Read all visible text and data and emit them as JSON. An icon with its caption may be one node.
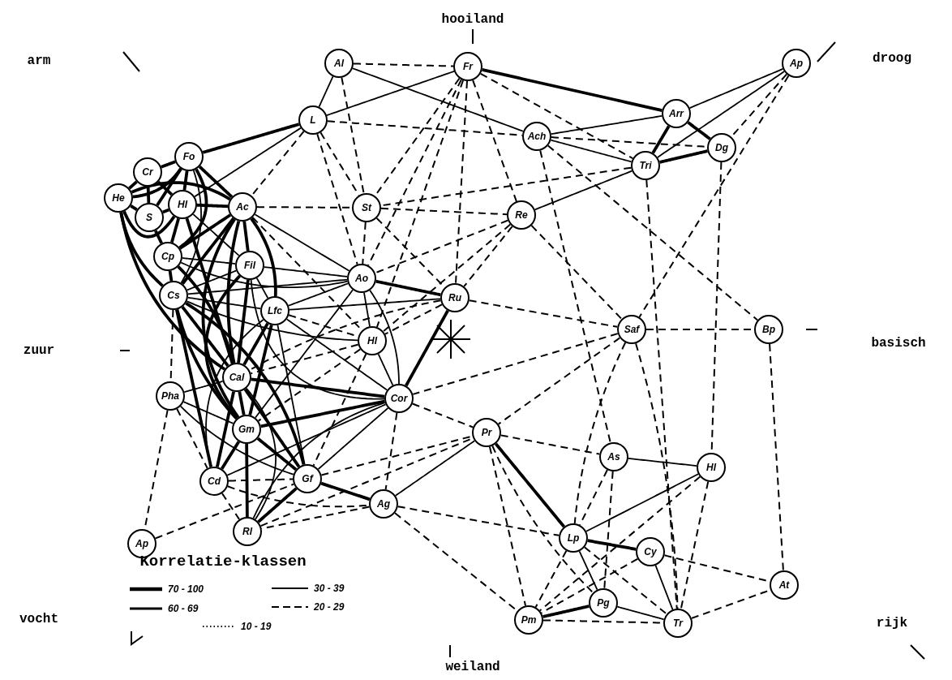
{
  "diagram": {
    "nodes": [
      {
        "text": [
          "Al"
        ]
      },
      {
        "text": [
          "Fr"
        ]
      },
      {
        "text": [
          "Ap"
        ]
      },
      {
        "text": [
          "Arr"
        ]
      },
      {
        "text": [
          "Ach"
        ]
      },
      {
        "text": [
          "Dg"
        ]
      },
      {
        "text": [
          "L"
        ]
      },
      {
        "text": [
          "Fo"
        ]
      },
      {
        "text": [
          "Tri"
        ]
      },
      {
        "text": [
          "Cr"
        ]
      },
      {
        "text": [
          "He"
        ]
      },
      {
        "text": [
          "Hl"
        ]
      },
      {
        "text": [
          "S"
        ]
      },
      {
        "text": [
          "Ac"
        ]
      },
      {
        "text": [
          "St"
        ]
      },
      {
        "text": [
          "Re"
        ]
      },
      {
        "text": [
          "Cp"
        ]
      },
      {
        "text": [
          "Fil"
        ]
      },
      {
        "text": [
          "Cs"
        ]
      },
      {
        "text": [
          "Ao"
        ]
      },
      {
        "text": [
          "Lfc"
        ]
      },
      {
        "text": [
          "Ru"
        ]
      },
      {
        "text": [
          "Hl"
        ]
      },
      {
        "text": [
          "Saf"
        ]
      },
      {
        "text": [
          "Bp"
        ]
      },
      {
        "text": [
          "Cal"
        ]
      },
      {
        "text": [
          "Pha"
        ]
      },
      {
        "text": [
          "Cor"
        ]
      },
      {
        "text": [
          "Gm"
        ]
      },
      {
        "text": [
          "Pr"
        ]
      },
      {
        "text": [
          "As"
        ]
      },
      {
        "text": [
          "Hl"
        ]
      },
      {
        "text": [
          "Cd"
        ]
      },
      {
        "text": [
          "Gf"
        ]
      },
      {
        "text": [
          "Ag"
        ]
      },
      {
        "text": [
          "Rl"
        ]
      },
      {
        "text": [
          "Ap"
        ]
      },
      {
        "text": [
          "Lp"
        ]
      },
      {
        "text": [
          "Cy"
        ]
      },
      {
        "text": [
          "Pg"
        ]
      },
      {
        "text": [
          "At"
        ]
      },
      {
        "text": [
          "Pm"
        ]
      },
      {
        "text": [
          "Tr"
        ]
      }
    ],
    "edges": [
      {
        "from": 0,
        "to": 1,
        "arrow": "none",
        "style": "dashed"
      },
      {
        "from": 0,
        "to": 6,
        "arrow": "none"
      },
      {
        "from": 0,
        "to": 4,
        "arrow": "none"
      },
      {
        "from": 0,
        "to": 14,
        "arrow": "none",
        "style": "dashed"
      },
      {
        "from": 6,
        "to": 1,
        "arrow": "none"
      },
      {
        "from": 6,
        "to": 7,
        "arrow": "none",
        "style": "thick"
      },
      {
        "from": 6,
        "to": 11,
        "arrow": "none"
      },
      {
        "from": 6,
        "to": 13,
        "arrow": "none",
        "style": "dashed"
      },
      {
        "from": 6,
        "to": 4,
        "arrow": "none",
        "style": "dashed"
      },
      {
        "from": 6,
        "to": 14,
        "arrow": "none",
        "style": "dashed"
      },
      {
        "from": 6,
        "to": 19,
        "arrow": "none",
        "style": "dashed"
      },
      {
        "from": 1,
        "to": 3,
        "arrow": "none",
        "style": "thick"
      },
      {
        "from": 1,
        "to": 8,
        "arrow": "none",
        "style": "dashed"
      },
      {
        "from": 1,
        "to": 15,
        "arrow": "none",
        "style": "dashed"
      },
      {
        "from": 1,
        "to": 21,
        "arrow": "none",
        "style": "dashed"
      },
      {
        "from": 1,
        "to": 19,
        "arrow": "none",
        "style": "dashed"
      },
      {
        "from": 1,
        "to": 14,
        "arrow": "none",
        "style": "dashed"
      },
      {
        "from": 1,
        "to": 22,
        "arrow": "none",
        "style": "dashed"
      },
      {
        "from": 2,
        "to": 3,
        "arrow": "none"
      },
      {
        "from": 2,
        "to": 8,
        "arrow": "none"
      },
      {
        "from": 2,
        "to": 5,
        "arrow": "none",
        "style": "dashed"
      },
      {
        "from": 2,
        "to": 23,
        "arrow": "none",
        "style": "dashed"
      },
      {
        "from": 3,
        "to": 4,
        "arrow": "none"
      },
      {
        "from": 3,
        "to": 8,
        "arrow": "none",
        "style": "thick"
      },
      {
        "from": 3,
        "to": 5,
        "arrow": "none",
        "style": "thick"
      },
      {
        "from": 4,
        "to": 5,
        "arrow": "none",
        "style": "dashed"
      },
      {
        "from": 4,
        "to": 8,
        "arrow": "none"
      },
      {
        "from": 4,
        "to": 24,
        "arrow": "none",
        "style": "dashed"
      },
      {
        "from": 4,
        "to": 30,
        "arrow": "none",
        "style": "dashed"
      },
      {
        "from": 8,
        "to": 15,
        "arrow": "none"
      },
      {
        "from": 8,
        "to": 14,
        "arrow": "none",
        "style": "dashed"
      },
      {
        "from": 8,
        "to": 42,
        "arrow": "none",
        "style": "dashed"
      },
      {
        "from": 8,
        "to": 5,
        "arrow": "none",
        "style": "thick"
      },
      {
        "from": 5,
        "to": 31,
        "arrow": "none",
        "style": "dashed"
      },
      {
        "from": 13,
        "to": 14,
        "arrow": "none",
        "style": "dashed"
      },
      {
        "from": 13,
        "to": 19,
        "arrow": "none"
      },
      {
        "from": 13,
        "to": 22,
        "arrow": "none",
        "style": "dashed"
      },
      {
        "from": 13,
        "to": 17,
        "arrow": "none",
        "style": "thick"
      },
      {
        "from": 13,
        "to": 25,
        "arrow": "none",
        "style": "thick"
      },
      {
        "from": 13,
        "to": 18,
        "arrow": "none",
        "style": "thick"
      },
      {
        "from": 13,
        "to": 11,
        "arrow": "none",
        "style": "thick"
      },
      {
        "from": 13,
        "to": 7,
        "arrow": "none",
        "style": "thick"
      },
      {
        "from": 13,
        "to": 10,
        "arrow": "none",
        "style": "thick"
      },
      {
        "from": 13,
        "to": 16,
        "arrow": "none",
        "style": "thick"
      },
      {
        "from": 13,
        "to": 20,
        "arrow": "none",
        "style": "thick"
      },
      {
        "from": 13,
        "to": 28,
        "arrow": "none",
        "style": "thick"
      },
      {
        "from": 14,
        "to": 19,
        "arrow": "none",
        "style": "dashed"
      },
      {
        "from": 14,
        "to": 15,
        "arrow": "none",
        "style": "dashed"
      },
      {
        "from": 14,
        "to": 21,
        "arrow": "none",
        "style": "dashed"
      },
      {
        "from": 15,
        "to": 21,
        "arrow": "none",
        "style": "dashed"
      },
      {
        "from": 15,
        "to": 22,
        "arrow": "none",
        "style": "dashed"
      },
      {
        "from": 15,
        "to": 23,
        "arrow": "none",
        "style": "dashed"
      },
      {
        "from": 15,
        "to": 19,
        "arrow": "none",
        "style": "dashed"
      },
      {
        "from": 21,
        "to": 23,
        "arrow": "none",
        "style": "dashed"
      },
      {
        "from": 21,
        "to": 19,
        "arrow": "none",
        "style": "thick"
      },
      {
        "from": 21,
        "to": 27,
        "arrow": "none",
        "style": "thick"
      },
      {
        "from": 21,
        "to": 22,
        "arrow": "none",
        "style": "dashed"
      },
      {
        "from": 21,
        "to": 20,
        "arrow": "none"
      },
      {
        "from": 21,
        "to": 25,
        "arrow": "none",
        "style": "dashed"
      },
      {
        "from": 19,
        "to": 27,
        "arrow": "none"
      },
      {
        "from": 19,
        "to": 22,
        "arrow": "none"
      },
      {
        "from": 19,
        "to": 20,
        "arrow": "none"
      },
      {
        "from": 19,
        "to": 18,
        "arrow": "none"
      },
      {
        "from": 19,
        "to": 28,
        "arrow": "none"
      },
      {
        "from": 19,
        "to": 17,
        "arrow": "none"
      },
      {
        "from": 23,
        "to": 24,
        "arrow": "none",
        "style": "dashed"
      },
      {
        "from": 23,
        "to": 27,
        "arrow": "none",
        "style": "dashed"
      },
      {
        "from": 23,
        "to": 29,
        "arrow": "none",
        "style": "dashed"
      },
      {
        "from": 23,
        "to": 37,
        "arrow": "none",
        "style": "dashed"
      },
      {
        "from": 23,
        "to": 42,
        "arrow": "none",
        "style": "dashed"
      },
      {
        "from": 24,
        "to": 40,
        "arrow": "none",
        "style": "dashed"
      },
      {
        "from": 7,
        "to": 9,
        "arrow": "none",
        "style": "thick"
      },
      {
        "from": 7,
        "to": 11,
        "arrow": "none",
        "style": "thick"
      },
      {
        "from": 7,
        "to": 12,
        "arrow": "none",
        "style": "thick"
      },
      {
        "from": 7,
        "to": 16,
        "arrow": "none",
        "style": "thick"
      },
      {
        "from": 7,
        "to": 18,
        "arrow": "none"
      },
      {
        "from": 7,
        "to": 10,
        "arrow": "none",
        "style": "thick"
      },
      {
        "from": 9,
        "to": 10,
        "arrow": "none",
        "style": "thick"
      },
      {
        "from": 9,
        "to": 11,
        "arrow": "none",
        "style": "thick"
      },
      {
        "from": 9,
        "to": 12,
        "arrow": "none",
        "style": "thick"
      },
      {
        "from": 10,
        "to": 11,
        "arrow": "none",
        "style": "thick"
      },
      {
        "from": 10,
        "to": 12,
        "arrow": "none",
        "style": "thick"
      },
      {
        "from": 10,
        "to": 18,
        "arrow": "none",
        "style": "thick"
      },
      {
        "from": 10,
        "to": 25,
        "arrow": "none",
        "style": "thick"
      },
      {
        "from": 11,
        "to": 12,
        "arrow": "none",
        "style": "thick"
      },
      {
        "from": 11,
        "to": 16,
        "arrow": "none",
        "style": "thick"
      },
      {
        "from": 11,
        "to": 25,
        "arrow": "none",
        "style": "thick"
      },
      {
        "from": 11,
        "to": 17,
        "arrow": "none"
      },
      {
        "from": 12,
        "to": 16,
        "arrow": "none",
        "style": "thick"
      },
      {
        "from": 16,
        "to": 18,
        "arrow": "none",
        "style": "thick"
      },
      {
        "from": 16,
        "to": 17,
        "arrow": "none"
      },
      {
        "from": 16,
        "to": 19,
        "arrow": "none"
      },
      {
        "from": 16,
        "to": 25,
        "arrow": "none",
        "style": "thick"
      },
      {
        "from": 18,
        "to": 17,
        "arrow": "none"
      },
      {
        "from": 18,
        "to": 20,
        "arrow": "none"
      },
      {
        "from": 18,
        "to": 25,
        "arrow": "none",
        "style": "thick"
      },
      {
        "from": 18,
        "to": 28,
        "arrow": "none",
        "style": "thick"
      },
      {
        "from": 18,
        "to": 32,
        "arrow": "none",
        "style": "thick"
      },
      {
        "from": 18,
        "to": 33,
        "arrow": "none",
        "style": "thick"
      },
      {
        "from": 18,
        "to": 26,
        "arrow": "none",
        "style": "dashed"
      },
      {
        "from": 18,
        "to": 22,
        "arrow": "none"
      },
      {
        "from": 17,
        "to": 25,
        "arrow": "none",
        "style": "thick"
      },
      {
        "from": 17,
        "to": 20,
        "arrow": "none"
      },
      {
        "from": 17,
        "to": 28,
        "arrow": "none",
        "style": "thick"
      },
      {
        "from": 17,
        "to": 27,
        "arrow": "none"
      },
      {
        "from": 20,
        "to": 25,
        "arrow": "none",
        "style": "thick"
      },
      {
        "from": 20,
        "to": 28,
        "arrow": "none",
        "style": "thick"
      },
      {
        "from": 20,
        "to": 27,
        "arrow": "none"
      },
      {
        "from": 20,
        "to": 22,
        "arrow": "none",
        "style": "dashed"
      },
      {
        "from": 20,
        "to": 33,
        "arrow": "none"
      },
      {
        "from": 20,
        "to": 32,
        "arrow": "none"
      },
      {
        "from": 22,
        "to": 27,
        "arrow": "none"
      },
      {
        "from": 22,
        "to": 25,
        "arrow": "none",
        "style": "dashed"
      },
      {
        "from": 22,
        "to": 28,
        "arrow": "none",
        "style": "dashed"
      },
      {
        "from": 22,
        "to": 33,
        "arrow": "none",
        "style": "dashed"
      },
      {
        "from": 25,
        "to": 27,
        "arrow": "none",
        "style": "thick"
      },
      {
        "from": 25,
        "to": 26,
        "arrow": "none"
      },
      {
        "from": 25,
        "to": 28,
        "arrow": "none",
        "style": "thick"
      },
      {
        "from": 25,
        "to": 32,
        "arrow": "none",
        "style": "thick"
      },
      {
        "from": 25,
        "to": 33,
        "arrow": "none",
        "style": "thick"
      },
      {
        "from": 25,
        "to": 35,
        "arrow": "none"
      },
      {
        "from": 26,
        "to": 28,
        "arrow": "none"
      },
      {
        "from": 26,
        "to": 32,
        "arrow": "none",
        "style": "dashed"
      },
      {
        "from": 26,
        "to": 33,
        "arrow": "none"
      },
      {
        "from": 26,
        "to": 36,
        "arrow": "none",
        "style": "dashed"
      },
      {
        "from": 27,
        "to": 28,
        "arrow": "none",
        "style": "thick"
      },
      {
        "from": 27,
        "to": 33,
        "arrow": "none"
      },
      {
        "from": 27,
        "to": 35,
        "arrow": "none"
      },
      {
        "from": 27,
        "to": 34,
        "arrow": "none",
        "style": "dashed"
      },
      {
        "from": 27,
        "to": 29,
        "arrow": "none",
        "style": "dashed"
      },
      {
        "from": 27,
        "to": 32,
        "arrow": "none"
      },
      {
        "from": 28,
        "to": 32,
        "arrow": "none",
        "style": "thick"
      },
      {
        "from": 28,
        "to": 33,
        "arrow": "none",
        "style": "thick"
      },
      {
        "from": 28,
        "to": 35,
        "arrow": "none",
        "style": "thick"
      },
      {
        "from": 32,
        "to": 33,
        "arrow": "none",
        "style": "dashed"
      },
      {
        "from": 32,
        "to": 34,
        "arrow": "none",
        "style": "dashed"
      },
      {
        "from": 32,
        "to": 35,
        "arrow": "none",
        "style": "dashed"
      },
      {
        "from": 36,
        "to": 33,
        "arrow": "none",
        "style": "dashed"
      },
      {
        "from": 33,
        "to": 34,
        "arrow": "none",
        "style": "thick"
      },
      {
        "from": 33,
        "to": 35,
        "arrow": "none",
        "style": "thick"
      },
      {
        "from": 33,
        "to": 29,
        "arrow": "none",
        "style": "dashed"
      },
      {
        "from": 34,
        "to": 29,
        "arrow": "none"
      },
      {
        "from": 34,
        "to": 35,
        "arrow": "none",
        "style": "dashed"
      },
      {
        "from": 34,
        "to": 41,
        "arrow": "none",
        "style": "dashed"
      },
      {
        "from": 34,
        "to": 37,
        "arrow": "none",
        "style": "dashed"
      },
      {
        "from": 35,
        "to": 29,
        "arrow": "none",
        "style": "dashed"
      },
      {
        "from": 29,
        "to": 30,
        "arrow": "none",
        "style": "dashed"
      },
      {
        "from": 29,
        "to": 37,
        "arrow": "none",
        "style": "thick"
      },
      {
        "from": 29,
        "to": 39,
        "arrow": "none",
        "style": "dashed"
      },
      {
        "from": 29,
        "to": 41,
        "arrow": "none",
        "style": "dashed"
      },
      {
        "from": 30,
        "to": 31,
        "arrow": "none"
      },
      {
        "from": 30,
        "to": 37,
        "arrow": "none",
        "style": "dashed"
      },
      {
        "from": 30,
        "to": 39,
        "arrow": "none",
        "style": "dashed"
      },
      {
        "from": 31,
        "to": 37,
        "arrow": "none"
      },
      {
        "from": 31,
        "to": 41,
        "arrow": "none",
        "style": "dashed"
      },
      {
        "from": 31,
        "to": 42,
        "arrow": "none",
        "style": "dashed"
      },
      {
        "from": 37,
        "to": 38,
        "arrow": "none",
        "style": "thick"
      },
      {
        "from": 37,
        "to": 39,
        "arrow": "none"
      },
      {
        "from": 37,
        "to": 41,
        "arrow": "none",
        "style": "dashed"
      },
      {
        "from": 37,
        "to": 42,
        "arrow": "none",
        "style": "dashed"
      },
      {
        "from": 38,
        "to": 40,
        "arrow": "none",
        "style": "dashed"
      },
      {
        "from": 38,
        "to": 42,
        "arrow": "none"
      },
      {
        "from": 38,
        "to": 41,
        "arrow": "none",
        "style": "dashed"
      },
      {
        "from": 39,
        "to": 41,
        "arrow": "none",
        "style": "thick"
      },
      {
        "from": 39,
        "to": 42,
        "arrow": "none"
      },
      {
        "from": 41,
        "to": 42,
        "arrow": "none",
        "style": "dashed"
      },
      {
        "from": 42,
        "to": 40,
        "arrow": "none",
        "style": "dashed"
      }
    ],
    "labels": [
      "hooiland",
      "arm",
      "droog",
      "zuur",
      "basisch",
      "Korrelatie-klassen",
      "vocht",
      "rijk",
      "weiland"
    ],
    "legend": [
      {
        "text": "70 - 100"
      },
      {
        "text": "60 - 69"
      },
      {
        "text": "30 - 39"
      },
      {
        "text": "20 - 29"
      },
      {
        "text": "10 - 19"
      }
    ]
  }
}
